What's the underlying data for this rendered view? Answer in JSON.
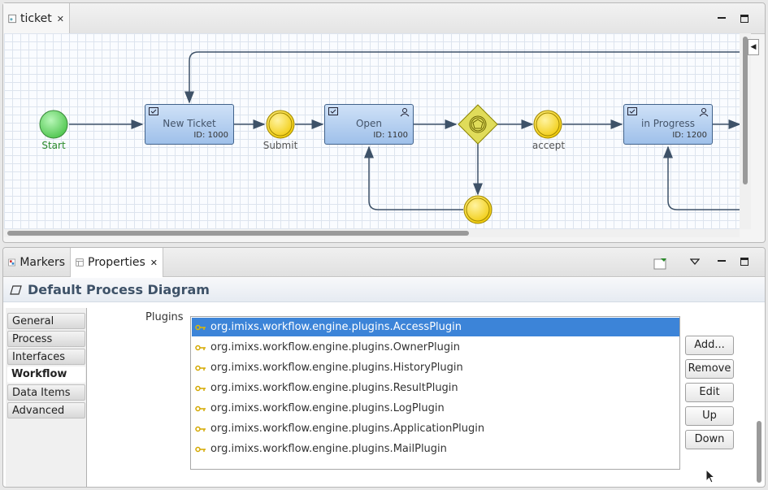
{
  "editor": {
    "tab_label": "ticket",
    "close_glyph": "✕",
    "diagram": {
      "start_event_label": "Start",
      "tasks": [
        {
          "label": "New Ticket",
          "id_text": "ID: 1000"
        },
        {
          "label": "Open",
          "id_text": "ID: 1100"
        },
        {
          "label": "in Progress",
          "id_text": "ID: 1200"
        }
      ],
      "events": [
        {
          "label": "Submit"
        },
        {
          "label": "accept"
        },
        {
          "label": ""
        }
      ]
    }
  },
  "properties_panel": {
    "tabs": [
      {
        "label": "Markers",
        "icon": "markers-icon"
      },
      {
        "label": "Properties",
        "icon": "properties-icon"
      }
    ],
    "close_glyph": "✕",
    "title": "Default Process Diagram",
    "sidebar": [
      {
        "label": "General",
        "active": false
      },
      {
        "label": "Process",
        "active": false
      },
      {
        "label": "Interfaces",
        "active": false
      },
      {
        "label": "Workflow",
        "active": true
      },
      {
        "label": "Data Items",
        "active": false
      },
      {
        "label": "Advanced",
        "active": false
      }
    ],
    "plugins_label": "Plugins",
    "plugins": [
      {
        "label": "org.imixs.workflow.engine.plugins.AccessPlugin",
        "selected": true
      },
      {
        "label": "org.imixs.workflow.engine.plugins.OwnerPlugin",
        "selected": false
      },
      {
        "label": "org.imixs.workflow.engine.plugins.HistoryPlugin",
        "selected": false
      },
      {
        "label": "org.imixs.workflow.engine.plugins.ResultPlugin",
        "selected": false
      },
      {
        "label": "org.imixs.workflow.engine.plugins.LogPlugin",
        "selected": false
      },
      {
        "label": "org.imixs.workflow.engine.plugins.ApplicationPlugin",
        "selected": false
      },
      {
        "label": "org.imixs.workflow.engine.plugins.MailPlugin",
        "selected": false
      }
    ],
    "buttons": {
      "add": "Add...",
      "remove": "Remove",
      "edit": "Edit",
      "up": "Up",
      "down": "Down"
    }
  },
  "colors": {
    "selection": "#3c84d8",
    "task_border": "#41628a",
    "start_event": "#5fd65f",
    "event_yellow": "#f5d400",
    "start_label": "#2a8a2a"
  }
}
